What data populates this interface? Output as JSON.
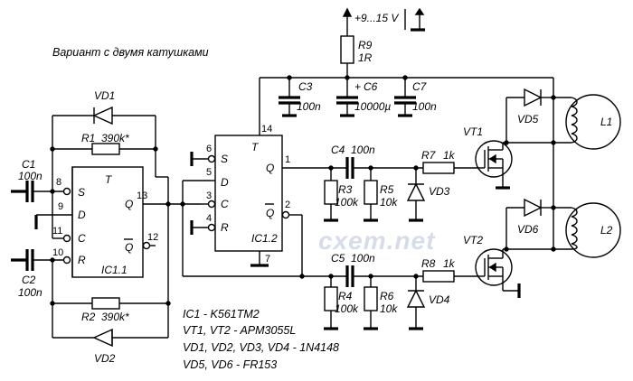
{
  "title": "Вариант с двумя катушками",
  "supply": "+9...15 V",
  "watermark": "cxem.net",
  "components": {
    "R9": {
      "ref": "R9",
      "value": "1R"
    },
    "C3": {
      "ref": "C3",
      "value": "100n"
    },
    "C6": {
      "ref": "C6",
      "value": "10000µ",
      "polarity": "+"
    },
    "C7": {
      "ref": "C7",
      "value": "100n"
    },
    "VD1": {
      "ref": "VD1"
    },
    "R1": {
      "ref": "R1",
      "value": "390k*"
    },
    "R2": {
      "ref": "R2",
      "value": "390k*"
    },
    "VD2": {
      "ref": "VD2"
    },
    "C1": {
      "ref": "C1",
      "value": "100n"
    },
    "C2": {
      "ref": "C2",
      "value": "100n"
    },
    "IC11": {
      "ref": "IC1.1",
      "type": "T",
      "pins": [
        "S",
        "D",
        "C",
        "R",
        "Q",
        "Q"
      ],
      "pin_numbers": [
        "8",
        "9",
        "11",
        "10",
        "13",
        "12"
      ]
    },
    "IC12": {
      "ref": "IC1.2",
      "type": "T",
      "pins": [
        "S",
        "D",
        "C",
        "R",
        "Q",
        "Q"
      ],
      "pin_numbers": [
        "6",
        "5",
        "3",
        "4",
        "1",
        "2",
        "14",
        "7"
      ]
    },
    "C4": {
      "ref": "C4",
      "value": "100n"
    },
    "C5": {
      "ref": "C5",
      "value": "100n"
    },
    "R3": {
      "ref": "R3",
      "value": "100k"
    },
    "R4": {
      "ref": "R4",
      "value": "100k"
    },
    "R5": {
      "ref": "R5",
      "value": "10k"
    },
    "R6": {
      "ref": "R6",
      "value": "10k"
    },
    "R7": {
      "ref": "R7",
      "value": "1k"
    },
    "R8": {
      "ref": "R8",
      "value": "1k"
    },
    "VD3": {
      "ref": "VD3"
    },
    "VD4": {
      "ref": "VD4"
    },
    "VT1": {
      "ref": "VT1"
    },
    "VT2": {
      "ref": "VT2"
    },
    "VD5": {
      "ref": "VD5"
    },
    "VD6": {
      "ref": "VD6"
    },
    "L1": {
      "ref": "L1"
    },
    "L2": {
      "ref": "L2"
    }
  },
  "notes": [
    "IC1 - K561TM2",
    "VT1, VT2 - APM3055L",
    "VD1, VD2, VD3, VD4 - 1N4148",
    "VD5, VD6 - FR153"
  ]
}
